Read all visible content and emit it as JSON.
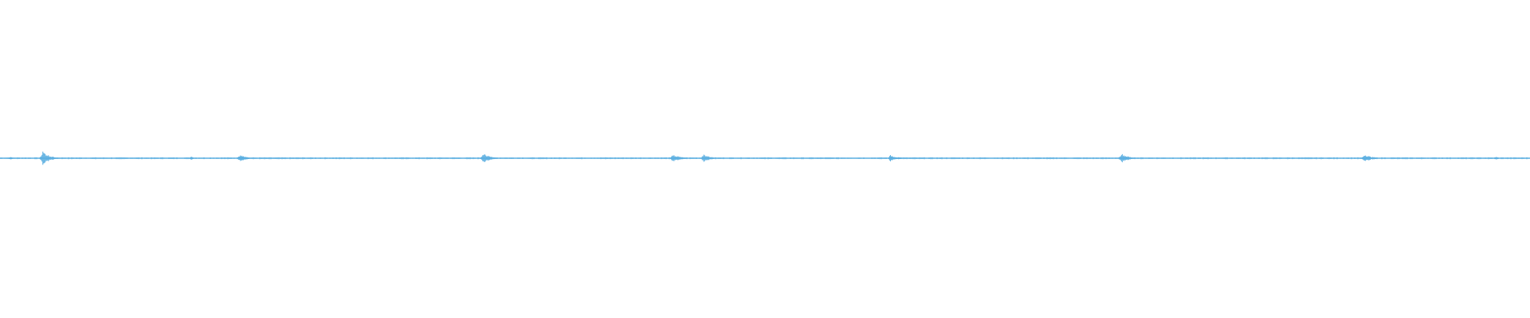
{
  "waveform": {
    "color": "#5aaee0",
    "background": "#ffffff",
    "transients": [
      0.028,
      0.157,
      0.316,
      0.44,
      0.46,
      0.582,
      0.733,
      0.892
    ],
    "minor_transients": [
      0.007,
      0.125,
      0.978
    ]
  }
}
